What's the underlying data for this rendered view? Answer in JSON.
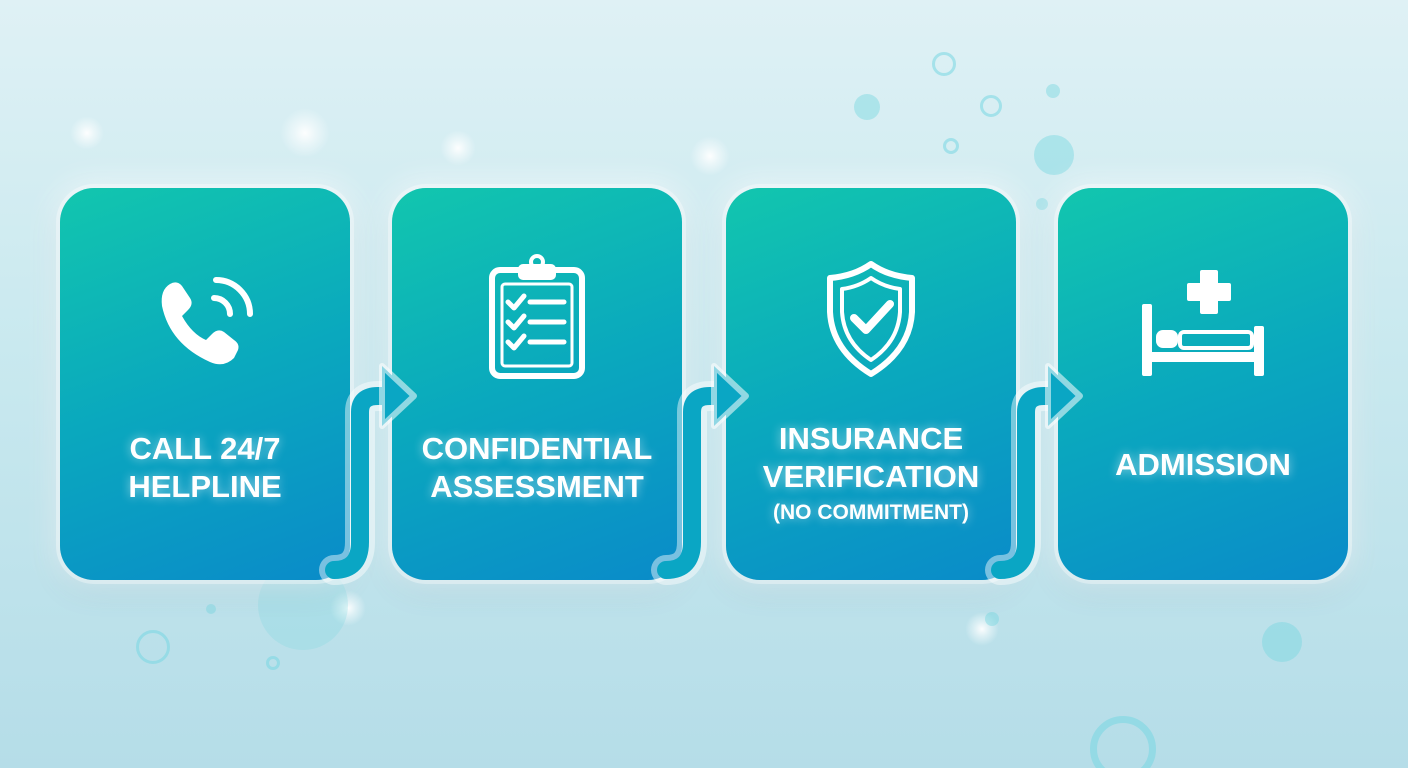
{
  "colors": {
    "card_gradient_start": "#12c6ae",
    "card_gradient_end": "#0a8bc9",
    "text": "#ffffff",
    "background": "#d4ecf1"
  },
  "steps": [
    {
      "icon": "phone-icon",
      "label_lines": [
        "CALL 24/7",
        "HELPLINE"
      ]
    },
    {
      "icon": "clipboard-checklist-icon",
      "label_lines": [
        "CONFIDENTIAL",
        "ASSESSMENT"
      ]
    },
    {
      "icon": "shield-check-icon",
      "label_lines": [
        "INSURANCE",
        "VERIFICATION"
      ],
      "note": "(NO COMMITMENT)"
    },
    {
      "icon": "hospital-bed-icon",
      "label_lines": [
        "ADMISSION"
      ]
    }
  ]
}
